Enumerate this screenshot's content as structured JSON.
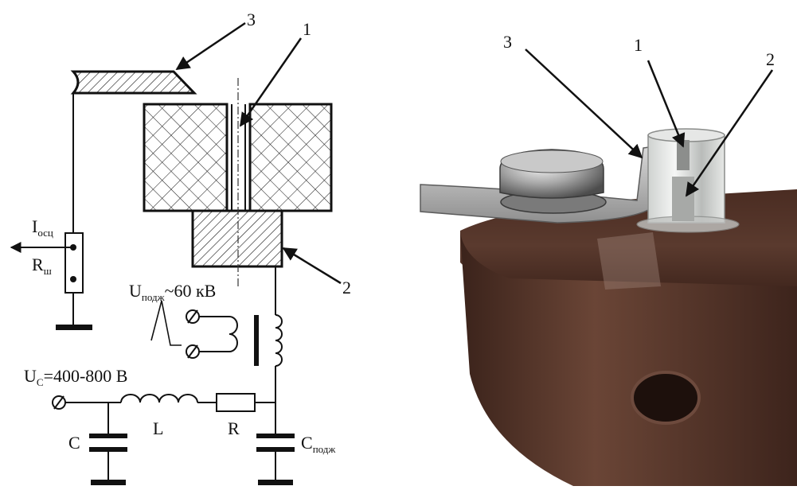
{
  "schematic": {
    "callouts": {
      "c1": "1",
      "c2": "2",
      "c3": "3"
    },
    "osc_current": {
      "main": "I",
      "sub": "осц"
    },
    "shunt": {
      "main": "R",
      "sub": "ш"
    },
    "ignition_voltage": {
      "main": "U",
      "sub": "подж",
      "value": "~60 кВ"
    },
    "supply_voltage": {
      "main": "U",
      "sub": "C",
      "value": "=400-800 В"
    },
    "inductor": "L",
    "resistor": "R",
    "capacitor": "C",
    "ignition_capacitor": {
      "main": "C",
      "sub": "подж"
    }
  },
  "photo": {
    "callouts": {
      "c1": "1",
      "c2": "2",
      "c3": "3"
    }
  }
}
